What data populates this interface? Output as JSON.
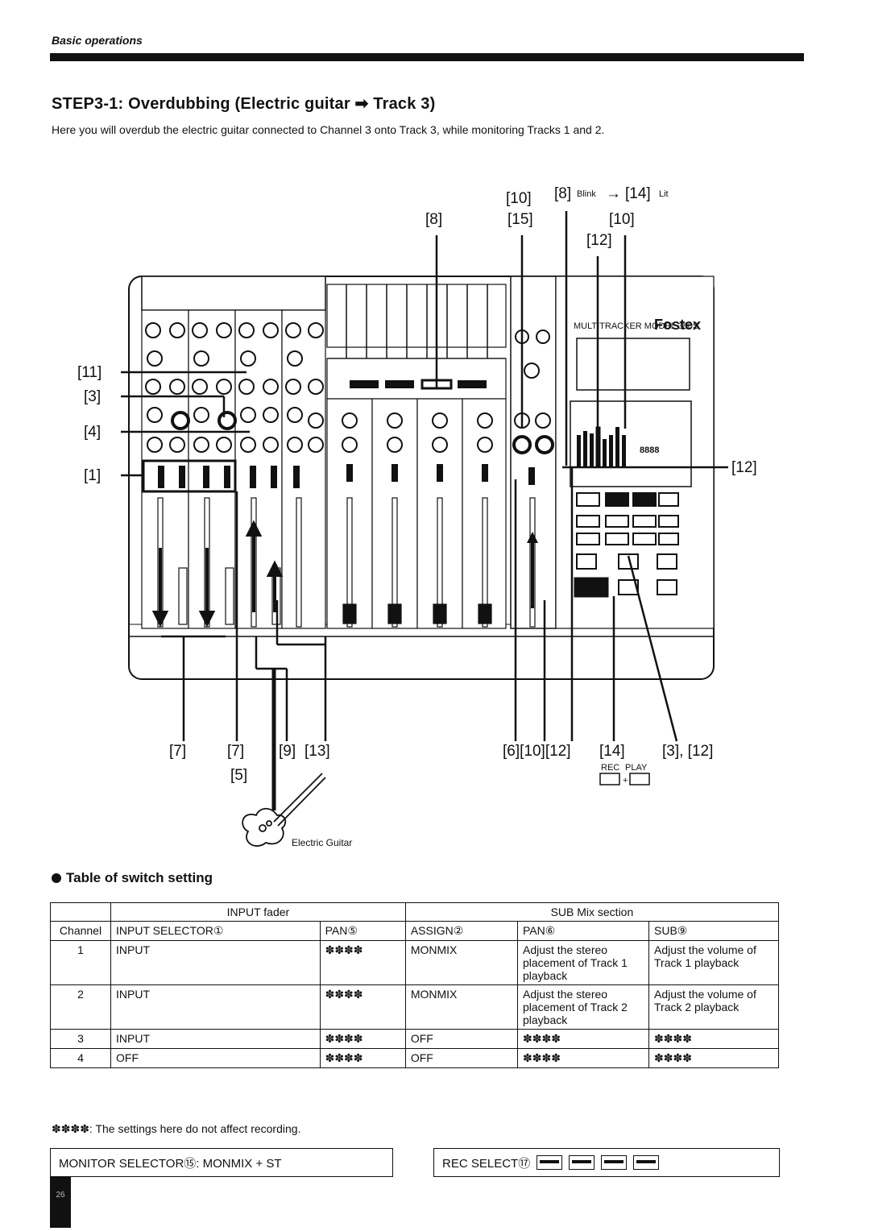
{
  "header": {
    "section": "Basic operations"
  },
  "title": "STEP3-1: Overdubbing (Electric guitar ➡ Track 3)",
  "intro": "Here you will overdub the electric guitar connected to Channel 3 onto Track 3, while monitoring Tracks 1 and 2.",
  "diagram": {
    "brand": "Fostex",
    "model_text": "MULTITRACKER MODEL 380S",
    "counter": "8888",
    "callouts": {
      "top_10": "[10]",
      "top_8_blink": "[8]",
      "blink": "Blink",
      "arrow": "→",
      "top_14_lit": "[14]",
      "lit": "Lit",
      "top_8": "[8]",
      "top_15": "[15]",
      "top_10b": "[10]",
      "top_12": "[12]",
      "left_11": "[11]",
      "left_3": "[3]",
      "left_4": "[4]",
      "left_1": "[1]",
      "right_12": "[12]",
      "bottom_7a": "[7]",
      "bottom_7b": "[7]",
      "bottom_9": "[9]",
      "bottom_13": "[13]",
      "bottom_5": "[5]",
      "bottom_6_10_12": "[6][10][12]",
      "bottom_14": "[14]",
      "bottom_3_12": "[3], [12]",
      "rec": "REC",
      "play": "PLAY",
      "plus": "+"
    },
    "guitar_label": "Electric Guitar"
  },
  "table_heading": "Table of switch setting",
  "table": {
    "group_headers": {
      "input_fader": "INPUT fader",
      "sub_mix": "SUB Mix section"
    },
    "columns": [
      "Channel",
      "INPUT SELECTOR①",
      "PAN⑤",
      "ASSIGN②",
      "PAN⑥",
      "SUB⑨"
    ],
    "rows": [
      {
        "channel": "1",
        "input_selector": "INPUT",
        "pan5": "✽✽✽✽",
        "assign": "MONMIX",
        "pan6": "Adjust the stereo placement of Track 1 playback",
        "sub": "Adjust the volume of Track 1 playback"
      },
      {
        "channel": "2",
        "input_selector": "INPUT",
        "pan5": "✽✽✽✽",
        "assign": "MONMIX",
        "pan6": "Adjust the stereo placement of Track 2 playback",
        "sub": "Adjust the volume of Track 2 playback"
      },
      {
        "channel": "3",
        "input_selector": "INPUT",
        "pan5": "✽✽✽✽",
        "assign": "OFF",
        "pan6": "✽✽✽✽",
        "sub": "✽✽✽✽"
      },
      {
        "channel": "4",
        "input_selector": "OFF",
        "pan5": "✽✽✽✽",
        "assign": "OFF",
        "pan6": "✽✽✽✽",
        "sub": "✽✽✽✽"
      }
    ]
  },
  "note": "✽✽✽✽: The settings here do not affect recording.",
  "monitor_box": "MONITOR SELECTOR⑮: MONMIX + ST",
  "rec_box": "REC SELECT⑰",
  "page_number": "26"
}
